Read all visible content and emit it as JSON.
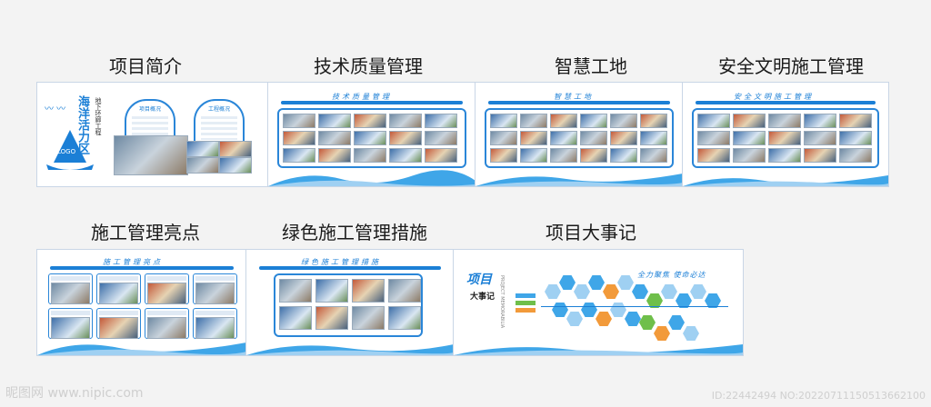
{
  "panels": {
    "p1": {
      "title": "项目简介",
      "main_text": "海洋活力区",
      "sub_text": "地下环廊工程",
      "label1": "项目概况",
      "label2": "工程概况",
      "logo": "LOGO"
    },
    "p2": {
      "title": "技术质量管理",
      "bar_text": "技术质量管理"
    },
    "p3": {
      "title": "智慧工地",
      "bar_text": "智慧工地"
    },
    "p4": {
      "title": "安全文明施工管理",
      "bar_text": "安全文明施工管理"
    },
    "p5": {
      "title": "施工管理亮点",
      "bar_text": "施工管理亮点"
    },
    "p6": {
      "title": "绿色施工管理措施",
      "bar_text": "绿色施工管理措施"
    },
    "p7": {
      "title": "项目大事记",
      "heading1": "项目",
      "heading2": "大事记",
      "slogan": "全力聚焦 使命必达",
      "en_text": "PROJECT MEMORABILIA"
    }
  },
  "watermark": {
    "left": "昵图网 www.nipic.com",
    "right": "ID:22442494 NO:20220711150513662100"
  },
  "colors": {
    "accent": "#1b7fd6",
    "hex_blue": "#3fa6e8",
    "hex_light": "#9fd0f2",
    "hex_orange": "#f29a3a",
    "hex_green": "#6fbf4a"
  }
}
